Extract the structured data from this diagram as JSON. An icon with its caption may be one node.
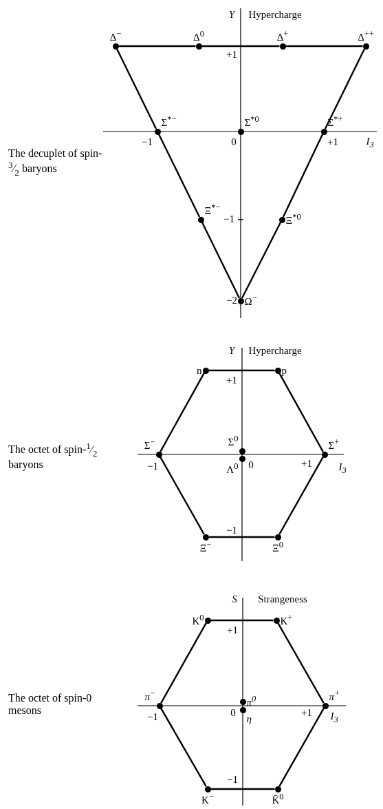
{
  "diagram": {
    "nodes": [
      {
        "text": [
          "Δ$^{−}$"
        ]
      },
      {
        "text": [
          "Δ$^{0}$"
        ]
      },
      {
        "text": [
          "Δ$^{+}$"
        ]
      },
      {
        "text": [
          "Δ$^{++}$"
        ]
      },
      {
        "text": [
          "Σ$^{*−}$"
        ]
      },
      {
        "text": [
          "Σ$^{*0}$"
        ]
      },
      {
        "text": [
          "Σ$^{*+}$"
        ]
      },
      {
        "text": [
          "Ξ$^{*−}$"
        ]
      },
      {
        "text": [
          "Ξ$^{*0}$"
        ]
      },
      {
        "text": [
          "Ω$^{−}$"
        ]
      },
      {
        "text": [
          "n"
        ]
      },
      {
        "text": [
          "p"
        ]
      },
      {
        "text": [
          "Σ$^{−}$"
        ]
      },
      {
        "text": [
          "Σ$^{0}$"
        ]
      },
      {
        "text": [
          "Σ$^{+}$"
        ]
      },
      {
        "text": [
          "Λ$^{0}$"
        ]
      },
      {
        "text": [
          "Ξ$^{−}$"
        ]
      },
      {
        "text": [
          "Ξ$^{0}$"
        ]
      },
      {
        "text": [
          "K$^{0}$"
        ]
      },
      {
        "text": [
          "K$^{+}$"
        ]
      },
      {
        "text": [
          "π$^{−}$"
        ]
      },
      {
        "text": [
          "π$^{0}$"
        ]
      },
      {
        "text": [
          "π$^{+}$"
        ]
      },
      {
        "text": [
          "η"
        ]
      },
      {
        "text": [
          "K$^{−}$"
        ]
      },
      {
        "text": [
          "K̄$^{0}$"
        ]
      }
    ],
    "edges": [
      {
        "from": 0,
        "to": 1,
        "arrow": "none"
      },
      {
        "from": 1,
        "to": 2,
        "arrow": "none"
      },
      {
        "from": 2,
        "to": 3,
        "arrow": "none"
      },
      {
        "from": 0,
        "to": 4,
        "arrow": "none"
      },
      {
        "from": 4,
        "to": 7,
        "arrow": "none"
      },
      {
        "from": 7,
        "to": 9,
        "arrow": "none"
      },
      {
        "from": 3,
        "to": 6,
        "arrow": "none"
      },
      {
        "from": 6,
        "to": 8,
        "arrow": "none"
      },
      {
        "from": 8,
        "to": 9,
        "arrow": "none"
      },
      {
        "from": 10,
        "to": 11,
        "arrow": "none"
      },
      {
        "from": 10,
        "to": 12,
        "arrow": "none"
      },
      {
        "from": 11,
        "to": 14,
        "arrow": "none"
      },
      {
        "from": 12,
        "to": 16,
        "arrow": "none"
      },
      {
        "from": 14,
        "to": 17,
        "arrow": "none"
      },
      {
        "from": 16,
        "to": 17,
        "arrow": "none"
      },
      {
        "from": 18,
        "to": 19,
        "arrow": "none"
      },
      {
        "from": 18,
        "to": 20,
        "arrow": "none"
      },
      {
        "from": 19,
        "to": 22,
        "arrow": "none"
      },
      {
        "from": 20,
        "to": 24,
        "arrow": "none"
      },
      {
        "from": 22,
        "to": 25,
        "arrow": "none"
      },
      {
        "from": 24,
        "to": 25,
        "arrow": "none"
      }
    ],
    "labels": [
      "Y",
      "Hypercharge",
      "+1",
      "−1",
      "0",
      "+1",
      "I$_{3}$",
      "The decuplet of spin-$^{3}$⁄$_{2}$ baryons",
      "−1",
      "−2",
      "Y",
      "Hypercharge",
      "+1",
      "−1",
      "0",
      "+1",
      "I$_{3}$",
      "The octet of spin-$^{1}$⁄$_{2}$ baryons",
      "−1",
      "S",
      "Strangeness",
      "+1",
      "−1",
      "0",
      "+1",
      "I$_{3}$",
      "The octet of spin-0 mesons",
      "−1"
    ]
  }
}
